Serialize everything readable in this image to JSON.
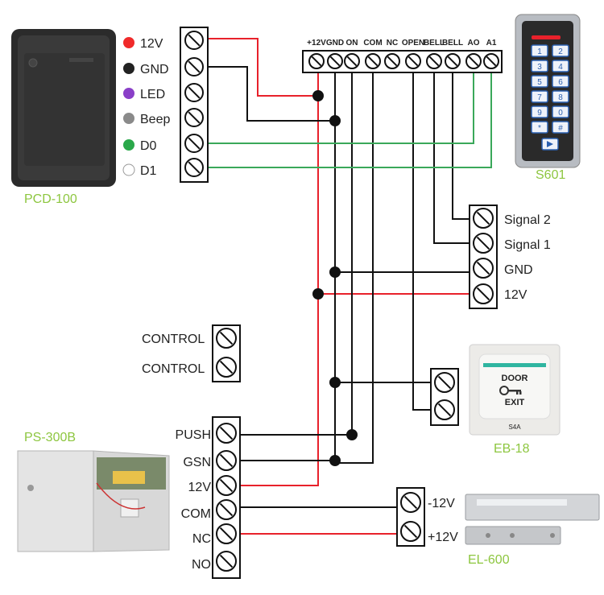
{
  "colors": {
    "wire_red": "#e8212b",
    "wire_black": "#111111",
    "wire_green": "#3aa85a",
    "device_label": "#8dc63f"
  },
  "devices": {
    "reader": {
      "name": "PCD-100",
      "pins": [
        {
          "label": "12V",
          "dot_color": "#f02a2a"
        },
        {
          "label": "GND",
          "dot_color": "#222222"
        },
        {
          "label": "LED",
          "dot_color": "#8a3fc8"
        },
        {
          "label": "Beep",
          "dot_color": "#8a8a8a"
        },
        {
          "label": "D0",
          "dot_color": "#2aa84a"
        },
        {
          "label": "D1",
          "dot_color": "#ffffff"
        }
      ]
    },
    "keypad": {
      "name": "S601",
      "terminals": [
        "+12V",
        "GND",
        "ON",
        "COM",
        "NC",
        "OPEN",
        "BELL",
        "BELL",
        "AO",
        "A1"
      ],
      "keys": [
        "1",
        "2",
        "3",
        "4",
        "5",
        "6",
        "7",
        "8",
        "9",
        "0",
        "*",
        "#"
      ]
    },
    "bell": {
      "terminals": [
        "Signal 2",
        "Signal 1",
        "GND",
        "12V"
      ]
    },
    "control": {
      "terminals": [
        "CONTROL",
        "CONTROL"
      ]
    },
    "exit_button": {
      "name": "EB-18",
      "text_line1": "DOOR",
      "text_line2": "EXIT",
      "model_mark": "S4A"
    },
    "power_supply": {
      "name": "PS-300B",
      "terminals": [
        "PUSH",
        "GSN",
        "12V",
        "COM",
        "NC",
        "NO"
      ]
    },
    "lock": {
      "name": "EL-600",
      "terminals": [
        "-12V",
        "+12V"
      ]
    }
  }
}
